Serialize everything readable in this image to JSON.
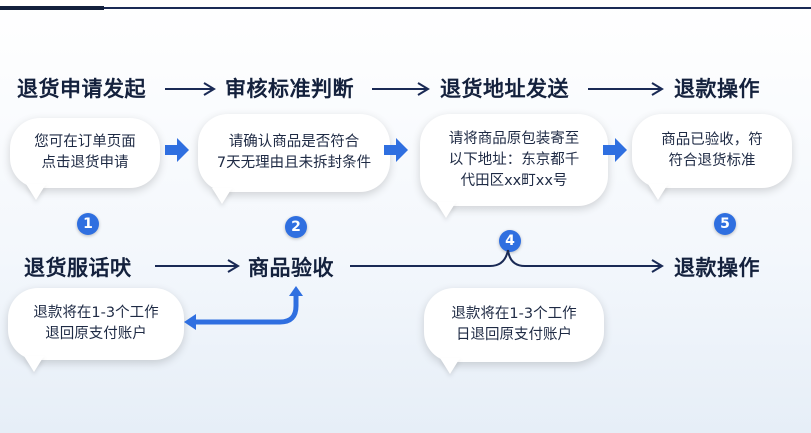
{
  "row1": {
    "steps": [
      "退货申请发起",
      "审核标准判断",
      "退货地址发送",
      "退款操作"
    ],
    "bubbles": [
      [
        "您可在订单页面",
        "点击退货申请"
      ],
      [
        "请确认商品是否符合",
        "7天无理由且未拆封条件"
      ],
      [
        "请将商品原包装寄至",
        "以下地址：东京都千",
        "代田区xx町xx号"
      ],
      [
        "商品已验收，符",
        "符合退货标准"
      ]
    ]
  },
  "row2": {
    "steps": [
      "退货服话吠",
      "商品验收",
      "退款操作"
    ],
    "bubbles": [
      [
        "退款将在1-3个工作",
        "退回原支付账户"
      ],
      [
        "退款将在1-3个工作",
        "日退回原支付账户"
      ]
    ]
  },
  "badges": [
    "1",
    "2",
    "4",
    "5"
  ],
  "colors": {
    "accent": "#2f6fe0",
    "arrow": "#1a2a55",
    "title": "#14213d"
  }
}
